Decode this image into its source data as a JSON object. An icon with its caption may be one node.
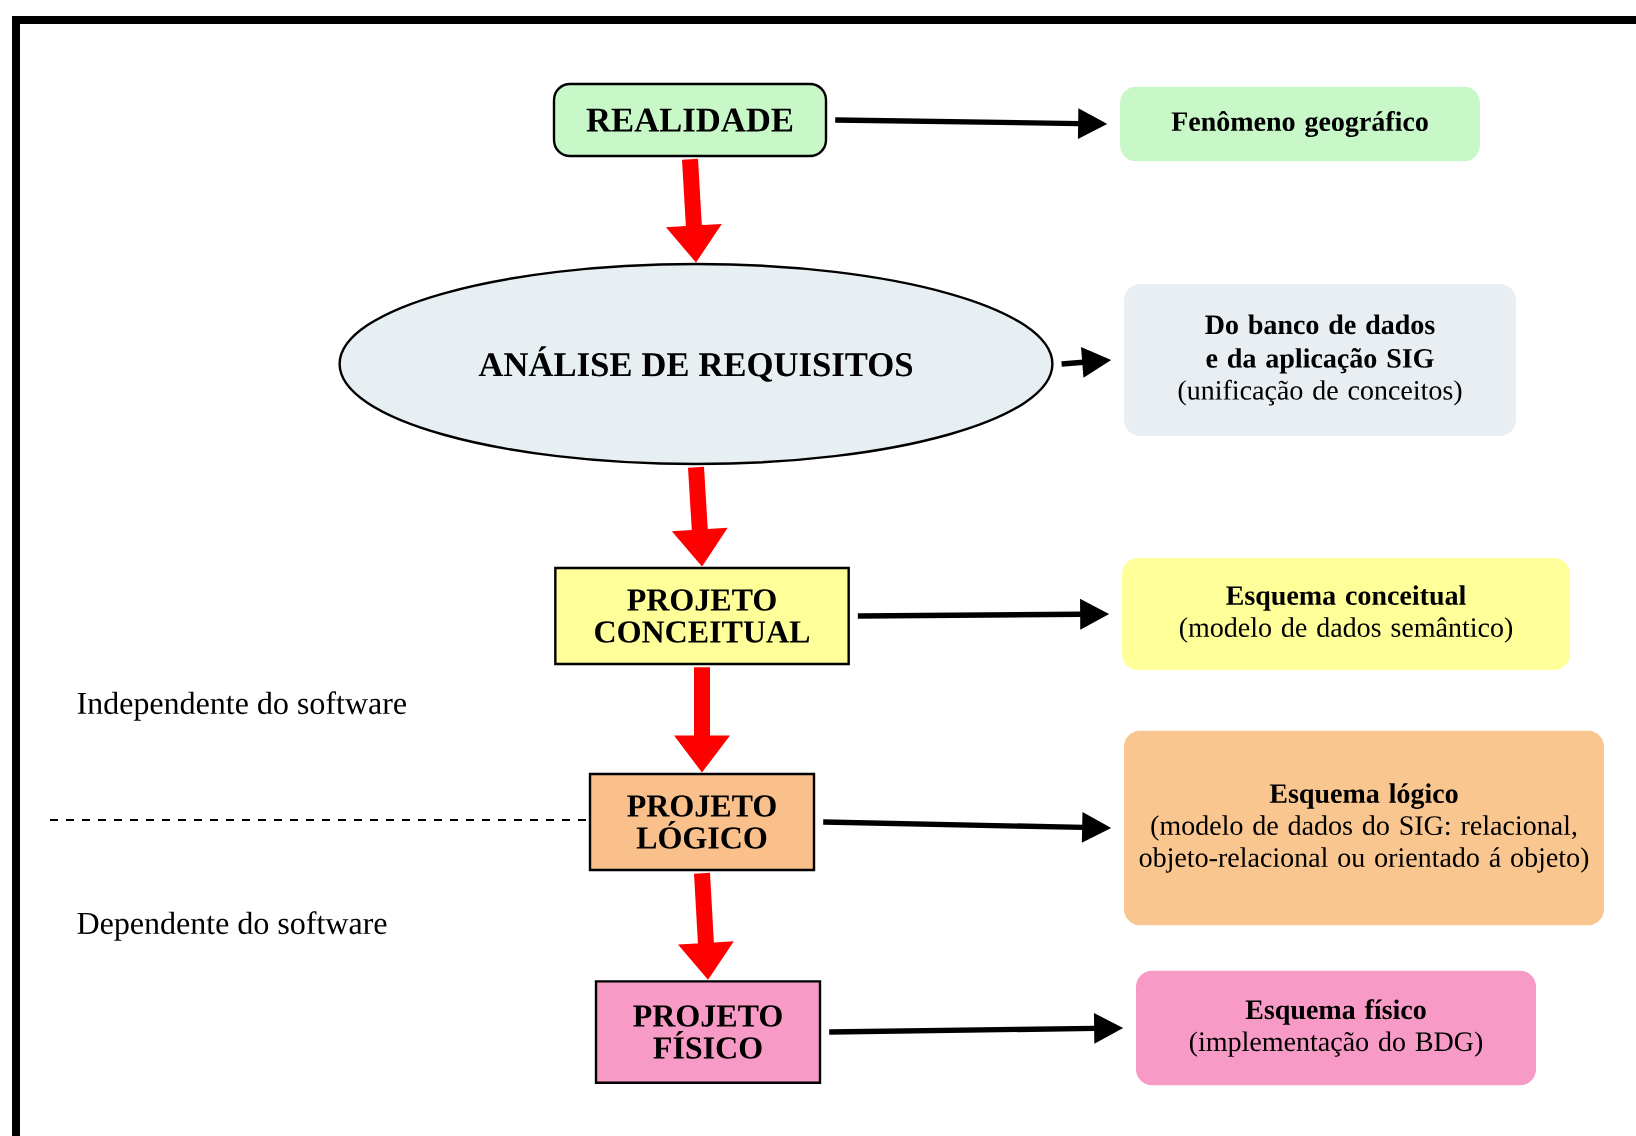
{
  "diagram": {
    "nodes": [
      {
        "text": [
          "REALIDADE"
        ]
      },
      {
        "text": [
          "Fenômeno geográfico"
        ]
      },
      {
        "text": [
          "ANÁLISE DE REQUISITOS"
        ]
      },
      {
        "text": [
          "Do banco de dados e da aplicação SIG",
          "(unificação de conceitos)"
        ]
      },
      {
        "text": [
          "PROJETO CONCEITUAL"
        ]
      },
      {
        "text": [
          "Esquema conceitual",
          "(modelo de dados semântico)"
        ]
      },
      {
        "text": [
          "PROJETO LÓGICO"
        ]
      },
      {
        "text": [
          "Esquema lógico",
          "(modelo de dados do SIG: relacional, objeto-relacional ou orientado á objeto)"
        ]
      },
      {
        "text": [
          "PROJETO FÍSICO"
        ]
      },
      {
        "text": [
          "Esquema físico",
          "(implementação do BDG)"
        ]
      }
    ],
    "edges": [
      {
        "from": 0,
        "to": 1,
        "arrow": "to"
      },
      {
        "from": 0,
        "to": 2,
        "arrow": "to",
        "style": "thick",
        "color": "#ff0000"
      },
      {
        "from": 2,
        "to": 3,
        "arrow": "to"
      },
      {
        "from": 2,
        "to": 4,
        "arrow": "to",
        "style": "thick",
        "color": "#ff0000"
      },
      {
        "from": 4,
        "to": 5,
        "arrow": "to"
      },
      {
        "from": 4,
        "to": 6,
        "arrow": "to",
        "style": "thick",
        "color": "#ff0000"
      },
      {
        "from": 6,
        "to": 7,
        "arrow": "to"
      },
      {
        "from": 6,
        "to": 8,
        "arrow": "to",
        "style": "thick",
        "color": "#ff0000"
      },
      {
        "from": 8,
        "to": 9,
        "arrow": "to"
      }
    ],
    "labels": [
      "Independente do software",
      "Dependente do software"
    ]
  }
}
